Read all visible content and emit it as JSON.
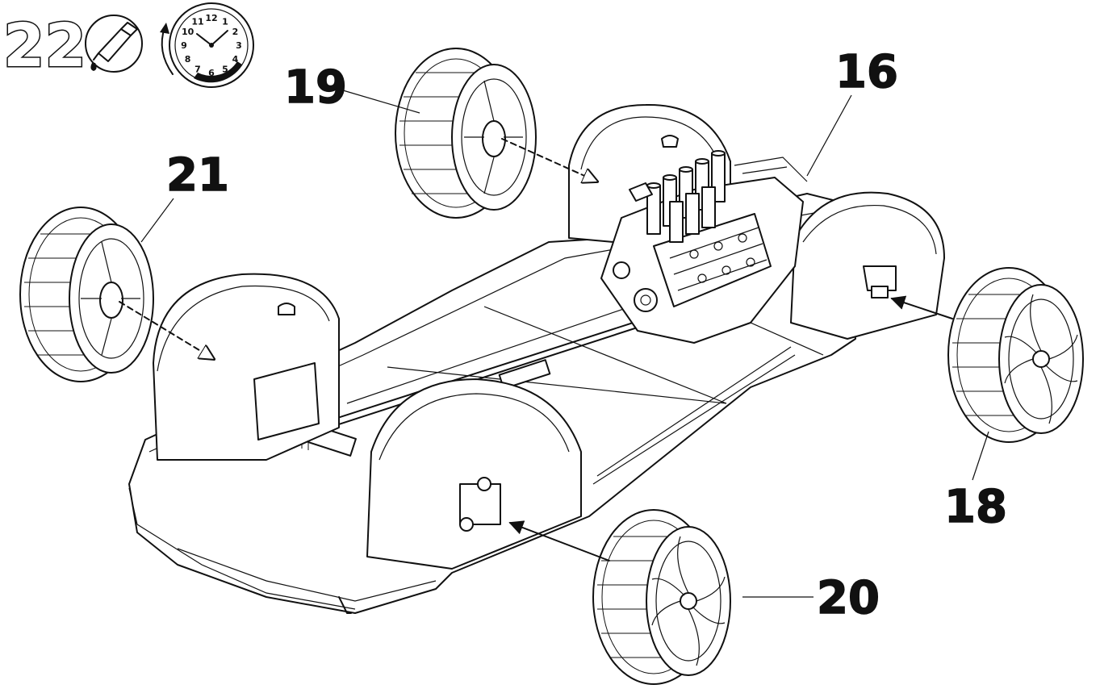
{
  "step": {
    "number": "22"
  },
  "icons": [
    "glue-tube-icon",
    "clock-icon"
  ],
  "clock": {
    "numerals": [
      "12",
      "1",
      "2",
      "3",
      "4",
      "5",
      "6",
      "7",
      "8",
      "9",
      "10",
      "11"
    ]
  },
  "parts": [
    {
      "id": "part-16",
      "label": "16"
    },
    {
      "id": "part-18",
      "label": "18"
    },
    {
      "id": "part-19",
      "label": "19"
    },
    {
      "id": "part-20",
      "label": "20"
    },
    {
      "id": "part-21",
      "label": "21"
    }
  ]
}
